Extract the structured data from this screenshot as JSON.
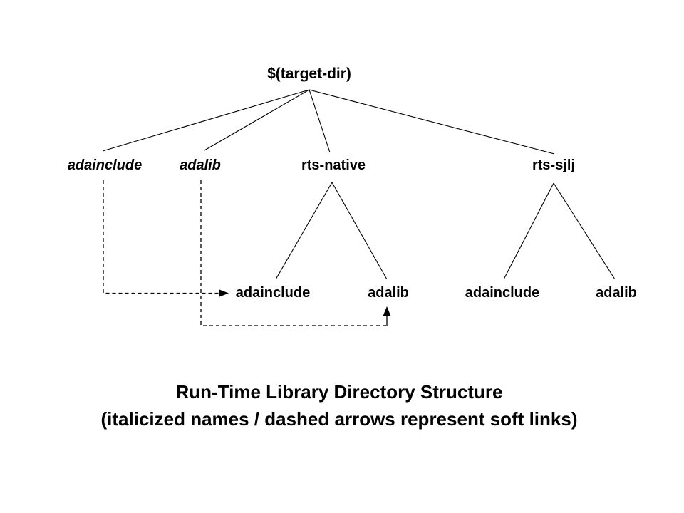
{
  "colors": {
    "background": "#ffffff",
    "ink": "#000000"
  },
  "tree": {
    "root": {
      "label": "$(target-dir)"
    },
    "level2": [
      {
        "label": "adainclude",
        "soft_link": true
      },
      {
        "label": "adalib",
        "soft_link": true
      },
      {
        "label": "rts-native",
        "soft_link": false
      },
      {
        "label": "rts-sjlj",
        "soft_link": false
      }
    ],
    "rts_native_children": [
      {
        "label": "adainclude"
      },
      {
        "label": "adalib"
      }
    ],
    "rts_sjlj_children": [
      {
        "label": "adainclude"
      },
      {
        "label": "adalib"
      }
    ]
  },
  "soft_links": [
    {
      "from": "adainclude",
      "to": "rts-native/adainclude",
      "style": "dashed, right arrowhead"
    },
    {
      "from": "adalib",
      "to": "rts-native/adalib",
      "style": "dashed, up arrowhead"
    }
  ],
  "caption": {
    "line1": "Run-Time Library Directory Structure",
    "line2": "(italicized names / dashed arrows represent soft links)"
  }
}
